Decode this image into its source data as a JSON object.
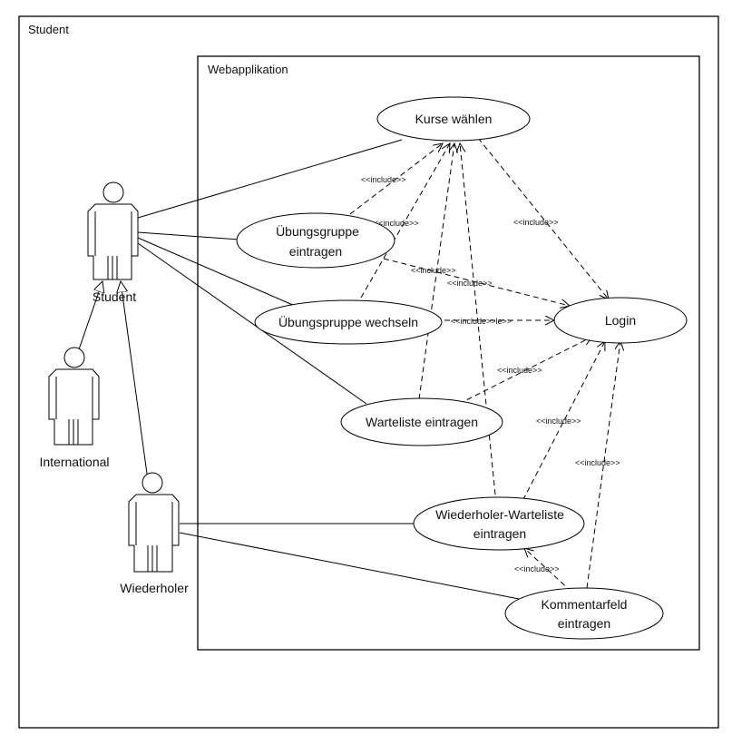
{
  "outer_frame": {
    "label": "Student"
  },
  "system_boundary": {
    "label": "Webapplikation"
  },
  "actors": {
    "student": "Student",
    "international": "International",
    "wiederholer": "Wiederholer"
  },
  "use_cases": {
    "kurse_waehlen": "Kurse wählen",
    "uebungsgruppe_eintragen_line1": "Übungsgruppe",
    "uebungsgruppe_eintragen_line2": "eintragen",
    "uebungsgruppe_wechseln": "Übungspruppe wechseln",
    "login": "Login",
    "warteliste_eintragen": "Warteliste eintragen",
    "wiederholer_warteliste_line1": "Wiederholer-Warteliste",
    "wiederholer_warteliste_line2": "eintragen",
    "kommentarfeld_line1": "Kommentarfeld",
    "kommentarfeld_line2": "eintragen"
  },
  "stereotypes": {
    "include": "<<include>>",
    "include_overlap": "<<include>>le>>"
  }
}
